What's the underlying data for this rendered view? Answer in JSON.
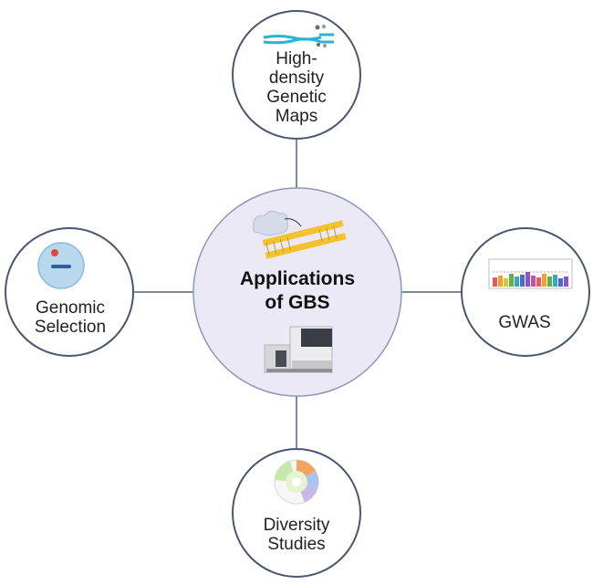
{
  "center": {
    "lines": [
      "Applications",
      "of GBS"
    ]
  },
  "nodes": {
    "top": {
      "lines": [
        "High-",
        "density",
        "Genetic",
        "Maps"
      ]
    },
    "left": {
      "lines": [
        "Genomic",
        "Selection"
      ]
    },
    "right": {
      "lines": [
        "GWAS"
      ]
    },
    "bottom": {
      "lines": [
        "Diversity",
        "Studies"
      ]
    }
  },
  "colors": {
    "connector": "#7d8aa6",
    "satellite_border": "#4b5670",
    "center_fill": "#ece9f6",
    "center_border": "#8e98b8",
    "dna_blue": "#2bb3d6",
    "dna_yellow": "#f2c230",
    "cell_fill": "#b8d8ee",
    "cell_dot": "#e04545"
  },
  "icons": {
    "top": "chromosome-crossover-icon",
    "left": "cell-icon",
    "right": "manhattan-plot-icon",
    "bottom": "circular-phylogenetic-tree-icon",
    "center_top": "restriction-enzyme-dna-icon",
    "center_bottom": "sequencer-machine-icon"
  }
}
